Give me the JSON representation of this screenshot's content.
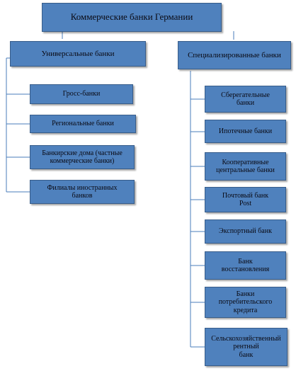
{
  "root": "Коммерческие банки Германии",
  "universal": {
    "title": "Универсальные банки",
    "items": [
      "Гросс-банки",
      "Региональные банки",
      "Банкирские дома (частные\nкоммерческие банки)",
      "Филиалы иностранных\nбанков"
    ]
  },
  "special": {
    "title": "Специализированные банки",
    "items": [
      "Сберегательные\nбанки",
      "Ипотечные банки",
      "Кооперативные\nцентральные банки",
      "Почтовый банк\nPost",
      "Экспортный банк",
      "Банк\nвосстановления",
      "Банки\nпотребительского\nкредита",
      "Сельскохозяйственный\nрентный\nбанк"
    ]
  },
  "colors": {
    "box_fill": "#4f81bd",
    "box_border": "#385d8a",
    "connector": "#4a7ebb"
  }
}
